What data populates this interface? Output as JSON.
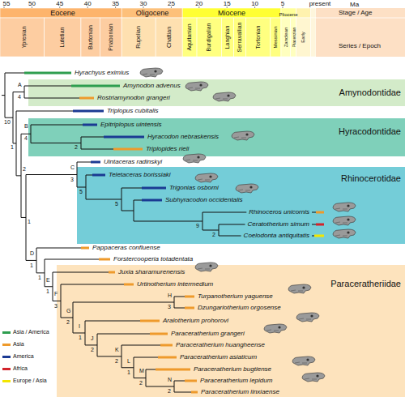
{
  "diagram": {
    "nodes": [
      {
        "text": [
          "Amynodontidae"
        ]
      },
      {
        "text": [
          "Hyracodontidae"
        ]
      },
      {
        "text": [
          "Rhinocerotidae"
        ]
      },
      {
        "text": [
          "Paraceratheriidae"
        ]
      }
    ],
    "labels": [
      "55",
      "50",
      "45",
      "40",
      "35",
      "30",
      "25",
      "20",
      "15",
      "10",
      "5",
      "present",
      "Ma",
      "Stage / Age",
      "Series / Epoch",
      "Eocene",
      "Oligocene",
      "Miocene",
      "Pliocene",
      "Ypresian",
      "Lutetian",
      "Bartonian",
      "Priabonian",
      "Rupelian",
      "Chattian",
      "Aquitanian",
      "Burdigalian",
      "Langhian",
      "Serravallian",
      "Tortonian",
      "Messinian",
      "Zanclean",
      "Piacenzian",
      "Early",
      "Hyrachyus eximius",
      "Amynodon advenus",
      "Rostriamynodon grangeri",
      "Triplopus cubitalis",
      "Epitriplopus uintensis",
      "Hyracodon nebraskensis",
      "Triplopides rieli",
      "Uintaceras radinskyi",
      "Teletaceras borissiaki",
      "Trigonias osborni",
      "Subhyracodon occidentalis",
      "Rhinoceros unicornis",
      "Ceratotherium simum",
      "Coelodonta antiquitatis",
      "Pappaceras confluense",
      "Forstercooperia totadentata",
      "Juxia sharamurenensis",
      "Urtinotherium intermedium",
      "Turpanotherium yaguense",
      "Dzungariotherium orgosense",
      "Aralotherium prohorovi",
      "Paraceratherium grangeri",
      "Paraceratherium huangheense",
      "Paraceratherium asiaticum",
      "Paraceratherium bugtiense",
      "Paraceratherium lepidum",
      "Paraceratherium linxiaense",
      "A",
      "4",
      "10",
      "1",
      "2",
      "B",
      "4",
      "2",
      "1",
      "C",
      "3",
      "5",
      "5",
      "9",
      "2",
      "D",
      "1",
      "1",
      "E",
      "1",
      "F",
      "3",
      "G",
      "2",
      "H",
      "3",
      "I",
      "1",
      "J",
      "2",
      "K",
      "2",
      "L",
      "1",
      "M",
      "2",
      "N",
      "2"
    ],
    "legend": [
      {
        "text": "Asia / America",
        "color": "#2e9e4f"
      },
      {
        "text": "Asia",
        "color": "#ee9a2c"
      },
      {
        "text": "America",
        "color": "#1b3a93"
      },
      {
        "text": "Africa",
        "color": "#d2232a"
      },
      {
        "text": "Europe / Asia",
        "color": "#f3e600"
      }
    ]
  }
}
